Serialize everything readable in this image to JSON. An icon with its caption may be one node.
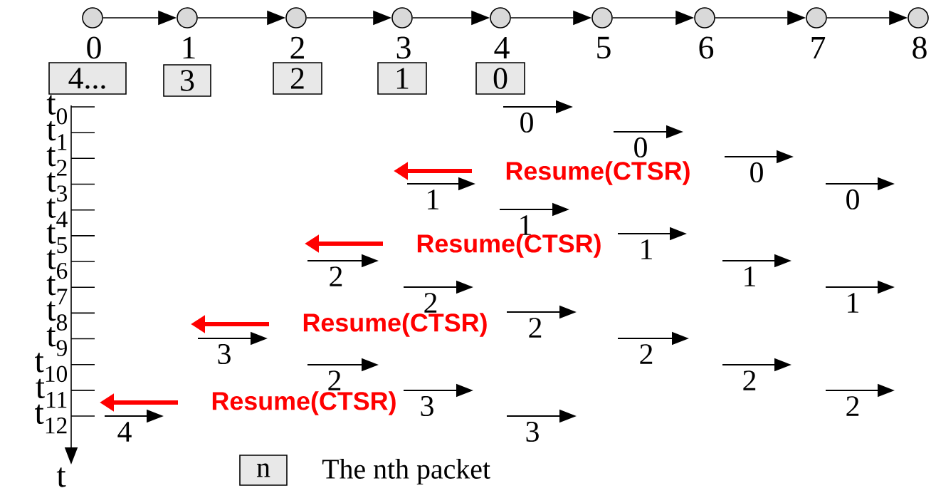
{
  "diagram": {
    "nodes": [
      {
        "text": [],
        "shape": "circle",
        "beside": [
          "0"
        ]
      },
      {
        "text": [],
        "shape": "circle",
        "beside": [
          "1"
        ]
      },
      {
        "text": [],
        "shape": "circle",
        "beside": [
          "2"
        ]
      },
      {
        "text": [],
        "shape": "circle",
        "beside": [
          "3"
        ]
      },
      {
        "text": [],
        "shape": "circle",
        "beside": [
          "4"
        ]
      },
      {
        "text": [],
        "shape": "circle",
        "beside": [
          "5"
        ]
      },
      {
        "text": [],
        "shape": "circle",
        "beside": [
          "6"
        ]
      },
      {
        "text": [],
        "shape": "circle",
        "beside": [
          "7"
        ]
      },
      {
        "text": [],
        "shape": "circle",
        "beside": [
          "8"
        ]
      },
      {
        "text": [
          "4..."
        ]
      },
      {
        "text": [
          "3"
        ]
      },
      {
        "text": [
          "2"
        ]
      },
      {
        "text": [
          "1"
        ]
      },
      {
        "text": [
          "0"
        ]
      }
    ],
    "edges": [
      {
        "from": 0,
        "to": 1,
        "arrow": "to"
      },
      {
        "from": 1,
        "to": 2,
        "arrow": "to"
      },
      {
        "from": 2,
        "to": 3,
        "arrow": "to"
      },
      {
        "from": 3,
        "to": 4,
        "arrow": "to"
      },
      {
        "from": 4,
        "to": 5,
        "arrow": "to"
      },
      {
        "from": 5,
        "to": 6,
        "arrow": "to"
      },
      {
        "from": 6,
        "to": 7,
        "arrow": "to"
      },
      {
        "from": 7,
        "to": 8,
        "arrow": "to"
      }
    ],
    "labels": [
      "t$_{0}$",
      "t$_{1}$",
      "t$_{2}$",
      "t$_{3}$",
      "t$_{4}$",
      "t$_{5}$",
      "t$_{6}$",
      "t$_{7}$",
      "t$_{8}$",
      "t$_{9}$",
      "t$_{10}$",
      "t$_{11}$",
      "t$_{12}$",
      "t",
      "0",
      "0",
      "Resume(CTSR)",
      "0",
      "1",
      "0",
      "1",
      "Resume(CTSR)",
      "1",
      "2",
      "2",
      "1",
      "1",
      "Resume(CTSR)",
      "2",
      "3",
      "2",
      "2",
      "Resume(CTSR)",
      "3",
      "2",
      "2",
      "4",
      "3",
      "n"
    ],
    "legend": [
      {
        "text": "The nth packet"
      }
    ]
  }
}
